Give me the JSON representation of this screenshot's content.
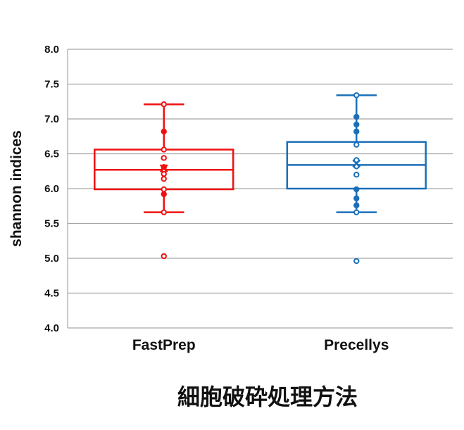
{
  "chart_data": {
    "type": "box",
    "title": "",
    "xlabel": "細胞破砕処理方法",
    "ylabel": "shannon indices",
    "ylim": [
      4.0,
      8.0
    ],
    "yticks": [
      "4.0",
      "4.5",
      "5.0",
      "5.5",
      "6.0",
      "6.5",
      "7.0",
      "7.5",
      "8.0"
    ],
    "grid": true,
    "categories": [
      "FastPrep",
      "Precellys"
    ],
    "series": [
      {
        "category": "FastPrep",
        "color": "#ee1111",
        "whisker_low": 5.66,
        "q1": 5.99,
        "median": 6.27,
        "q3": 6.56,
        "whisker_high": 7.21,
        "mean": 6.29,
        "points": [
          {
            "y": 7.21,
            "filled": false
          },
          {
            "y": 6.82,
            "filled": true
          },
          {
            "y": 6.56,
            "filled": false
          },
          {
            "y": 6.44,
            "filled": false
          },
          {
            "y": 6.31,
            "filled": true
          },
          {
            "y": 6.27,
            "filled": false
          },
          {
            "y": 6.21,
            "filled": false
          },
          {
            "y": 6.14,
            "filled": false
          },
          {
            "y": 5.99,
            "filled": false
          },
          {
            "y": 5.92,
            "filled": true
          },
          {
            "y": 5.66,
            "filled": false
          },
          {
            "y": 5.03,
            "filled": false
          }
        ]
      },
      {
        "category": "Precellys",
        "color": "#1a6fb8",
        "whisker_low": 5.66,
        "q1": 6.0,
        "median": 6.34,
        "q3": 6.67,
        "whisker_high": 7.34,
        "mean": 6.36,
        "points": [
          {
            "y": 7.34,
            "filled": false
          },
          {
            "y": 7.03,
            "filled": true
          },
          {
            "y": 6.92,
            "filled": true
          },
          {
            "y": 6.82,
            "filled": true
          },
          {
            "y": 6.63,
            "filled": false
          },
          {
            "y": 6.41,
            "filled": false
          },
          {
            "y": 6.32,
            "filled": false
          },
          {
            "y": 6.2,
            "filled": false
          },
          {
            "y": 5.99,
            "filled": true
          },
          {
            "y": 5.86,
            "filled": true
          },
          {
            "y": 5.76,
            "filled": true
          },
          {
            "y": 5.66,
            "filled": false
          },
          {
            "y": 4.96,
            "filled": false
          }
        ]
      }
    ]
  }
}
